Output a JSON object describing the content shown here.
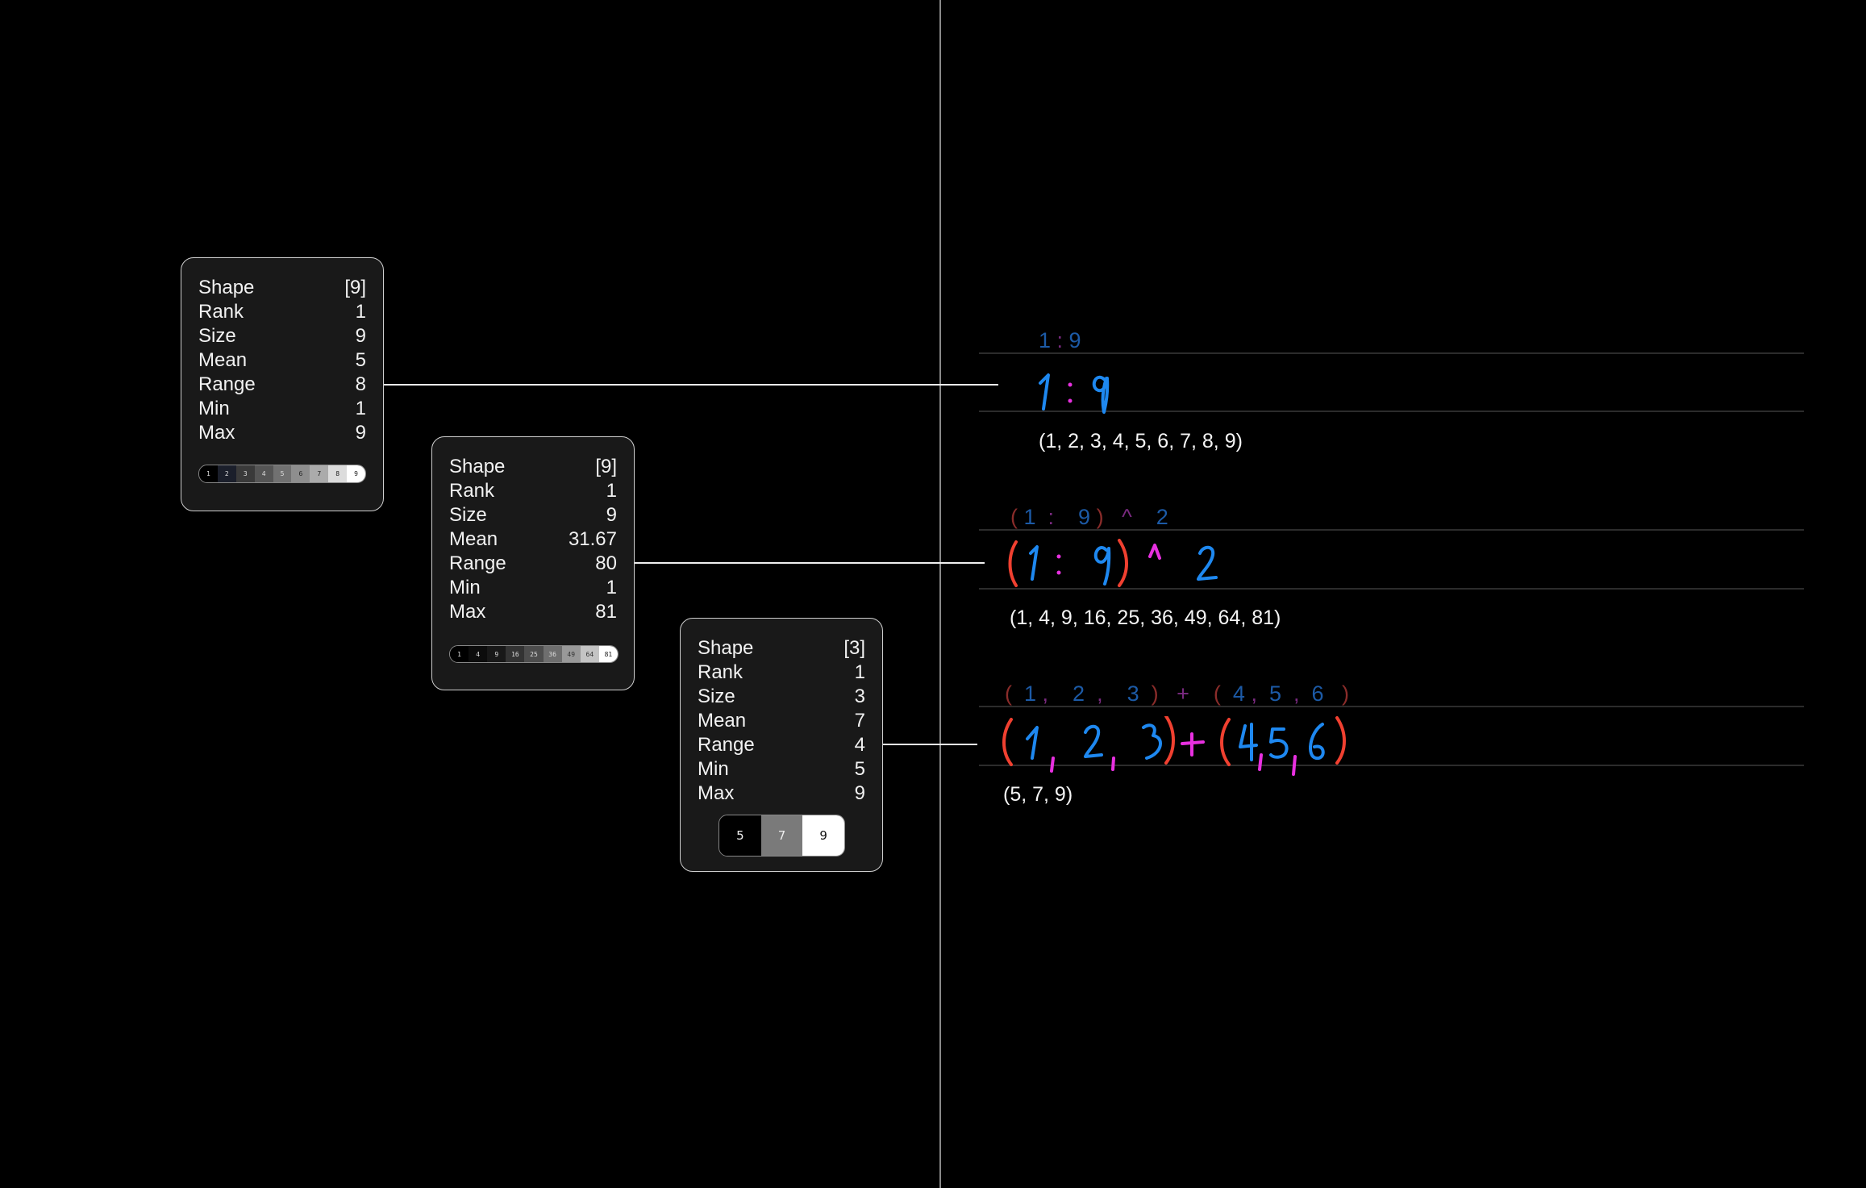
{
  "colors": {
    "background": "#000000",
    "card_bg": "#191919",
    "card_border": "#cfcfcf",
    "divider": "#8a8a8a",
    "ink_blue": "#1e88f0",
    "ink_red": "#f04030",
    "ink_magenta": "#e830e0",
    "typed_blue": "#1c5aa6",
    "typed_red": "#8a2c2a",
    "typed_magenta": "#7a2a80"
  },
  "cards": [
    {
      "stats": [
        {
          "label": "Shape",
          "value": "[9]"
        },
        {
          "label": "Rank",
          "value": "1"
        },
        {
          "label": "Size",
          "value": "9"
        },
        {
          "label": "Mean",
          "value": "5"
        },
        {
          "label": "Range",
          "value": "8"
        },
        {
          "label": "Min",
          "value": "1"
        },
        {
          "label": "Max",
          "value": "9"
        }
      ],
      "cells": [
        {
          "value": "1",
          "bg": "#000000",
          "fg": "#dddddd"
        },
        {
          "value": "2",
          "bg": "#1b1f2b",
          "fg": "#dddddd"
        },
        {
          "value": "3",
          "bg": "#3a3a3a",
          "fg": "#dddddd"
        },
        {
          "value": "4",
          "bg": "#555555",
          "fg": "#dddddd"
        },
        {
          "value": "5",
          "bg": "#717171",
          "fg": "#dddddd"
        },
        {
          "value": "6",
          "bg": "#8e8e8e",
          "fg": "#222222"
        },
        {
          "value": "7",
          "bg": "#ababab",
          "fg": "#222222"
        },
        {
          "value": "8",
          "bg": "#dcdcdc",
          "fg": "#222222"
        },
        {
          "value": "9",
          "bg": "#ffffff",
          "fg": "#222222"
        }
      ]
    },
    {
      "stats": [
        {
          "label": "Shape",
          "value": "[9]"
        },
        {
          "label": "Rank",
          "value": "1"
        },
        {
          "label": "Size",
          "value": "9"
        },
        {
          "label": "Mean",
          "value": "31.67"
        },
        {
          "label": "Range",
          "value": "80"
        },
        {
          "label": "Min",
          "value": "1"
        },
        {
          "label": "Max",
          "value": "81"
        }
      ],
      "cells": [
        {
          "value": "1",
          "bg": "#000000",
          "fg": "#dddddd"
        },
        {
          "value": "4",
          "bg": "#0c0c0c",
          "fg": "#dddddd"
        },
        {
          "value": "9",
          "bg": "#181818",
          "fg": "#dddddd"
        },
        {
          "value": "16",
          "bg": "#333333",
          "fg": "#dddddd"
        },
        {
          "value": "25",
          "bg": "#4d4d4d",
          "fg": "#dddddd"
        },
        {
          "value": "36",
          "bg": "#6e6e6e",
          "fg": "#dddddd"
        },
        {
          "value": "49",
          "bg": "#999999",
          "fg": "#333333"
        },
        {
          "value": "64",
          "bg": "#c4c4c4",
          "fg": "#333333"
        },
        {
          "value": "81",
          "bg": "#ffffff",
          "fg": "#222222"
        }
      ]
    },
    {
      "stats": [
        {
          "label": "Shape",
          "value": "[3]"
        },
        {
          "label": "Rank",
          "value": "1"
        },
        {
          "label": "Size",
          "value": "3"
        },
        {
          "label": "Mean",
          "value": "7"
        },
        {
          "label": "Range",
          "value": "4"
        },
        {
          "label": "Min",
          "value": "5"
        },
        {
          "label": "Max",
          "value": "9"
        }
      ],
      "cells": [
        {
          "value": "5",
          "bg": "#000000",
          "fg": "#eeeeee"
        },
        {
          "value": "7",
          "bg": "#7a7a7a",
          "fg": "#eeeeee"
        },
        {
          "value": "9",
          "bg": "#ffffff",
          "fg": "#111111"
        }
      ]
    }
  ],
  "expressions": [
    {
      "typed": [
        {
          "text": "1",
          "kind": "b"
        },
        {
          "text": " : ",
          "kind": "m"
        },
        {
          "text": "9",
          "kind": "b"
        }
      ],
      "handwritten": "1 : 9",
      "result": "(1, 2, 3, 4, 5, 6, 7, 8, 9)"
    },
    {
      "typed": [
        {
          "text": "( ",
          "kind": "r"
        },
        {
          "text": "1",
          "kind": "b"
        },
        {
          "text": "  :  ",
          "kind": "m"
        },
        {
          "text": "  9",
          "kind": "b"
        },
        {
          "text": " )",
          "kind": "r"
        },
        {
          "text": "   ^  ",
          "kind": "m"
        },
        {
          "text": "  2",
          "kind": "b"
        }
      ],
      "handwritten": "(1 : 9) ^ 2",
      "result": "(1, 4, 9, 16, 25, 36, 49, 64, 81)"
    },
    {
      "typed": [
        {
          "text": "(  ",
          "kind": "r"
        },
        {
          "text": "1",
          "kind": "b"
        },
        {
          "text": " ,  ",
          "kind": "m"
        },
        {
          "text": "  2",
          "kind": "b"
        },
        {
          "text": "  ,  ",
          "kind": "m"
        },
        {
          "text": "  3",
          "kind": "b"
        },
        {
          "text": "  )",
          "kind": "r"
        },
        {
          "text": "   +   ",
          "kind": "m"
        },
        {
          "text": " (  ",
          "kind": "r"
        },
        {
          "text": "4",
          "kind": "b"
        },
        {
          "text": " , ",
          "kind": "m"
        },
        {
          "text": " 5",
          "kind": "b"
        },
        {
          "text": "  , ",
          "kind": "m"
        },
        {
          "text": " 6",
          "kind": "b"
        },
        {
          "text": "   )",
          "kind": "r"
        }
      ],
      "handwritten": "(1, 2, 3) + (4, 5, 6)",
      "result": "(5, 7, 9)"
    }
  ]
}
